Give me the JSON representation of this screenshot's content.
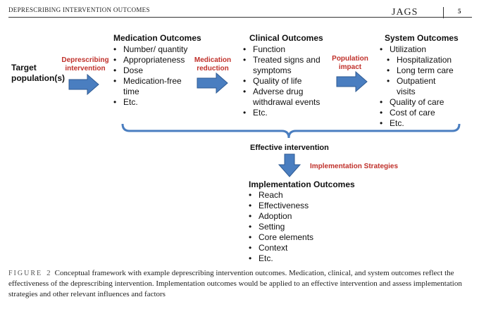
{
  "header": {
    "running_title": "DEPRESCRIBING INTERVENTION OUTCOMES",
    "journal": "JAGS",
    "page_number": "5"
  },
  "figure": {
    "target": {
      "line1": "Target",
      "line2": "population(s)"
    },
    "arrow_labels": [
      {
        "line1": "Deprescribing",
        "line2": "intervention"
      },
      {
        "line1": "Medication",
        "line2": "reduction"
      },
      {
        "line1": "Population",
        "line2": "impact"
      }
    ],
    "medication_outcomes": {
      "title": "Medication Outcomes",
      "items": [
        "Number/ quantity",
        "Appropriateness",
        "Dose",
        "Medication-free",
        "Etc."
      ],
      "item_continuation": "time"
    },
    "clinical_outcomes": {
      "title": "Clinical Outcomes",
      "items": [
        "Function",
        "Treated signs and",
        "Quality of life",
        "Adverse drug",
        "Etc."
      ],
      "continuations": [
        "symptoms",
        "withdrawal events"
      ]
    },
    "system_outcomes": {
      "title": "System Outcomes",
      "items": [
        "Utilization",
        "Hospitalization",
        "Long term care",
        "Outpatient",
        "Quality of care",
        "Cost of care",
        "Etc."
      ],
      "continuation": "visits"
    },
    "effective_intervention": "Effective intervention",
    "implementation_strategies": "Implementation Strategies",
    "implementation_outcomes": {
      "title": "Implementation Outcomes",
      "items": [
        "Reach",
        "Effectiveness",
        "Adoption",
        "Setting",
        "Core elements",
        "Context",
        "Etc."
      ]
    },
    "colors": {
      "arrow_fill": "#4a7ec0",
      "arrow_stroke": "#2f5b93",
      "brace": "#4a7ec0",
      "label_red": "#c0312b"
    }
  },
  "caption": {
    "label": "FIGURE",
    "number": "2",
    "text": "Conceptual framework with example deprescribing intervention outcomes. Medication, clinical, and system outcomes reflect the effectiveness of the deprescribing intervention. Implementation outcomes would be applied to an effective intervention and assess implementation strategies and other relevant influences and factors"
  }
}
